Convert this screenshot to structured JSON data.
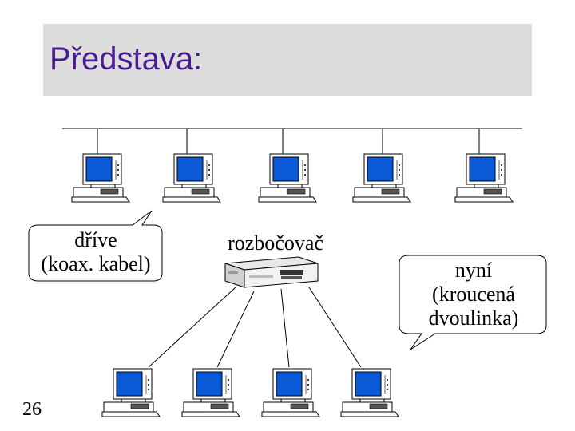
{
  "slide": {
    "title": "Představa:",
    "page_number": "26"
  },
  "labels": {
    "before_line1": "dříve",
    "before_line2": "(koax. kabel)",
    "hub": "rozbočovač",
    "now_line1": "nyní",
    "now_line2": "(kroucená",
    "now_line3": "dvoulinka)"
  },
  "colors": {
    "title_text": "#4b1b8f",
    "title_bar": "#dddddd",
    "screen": "#0a5ad8"
  }
}
